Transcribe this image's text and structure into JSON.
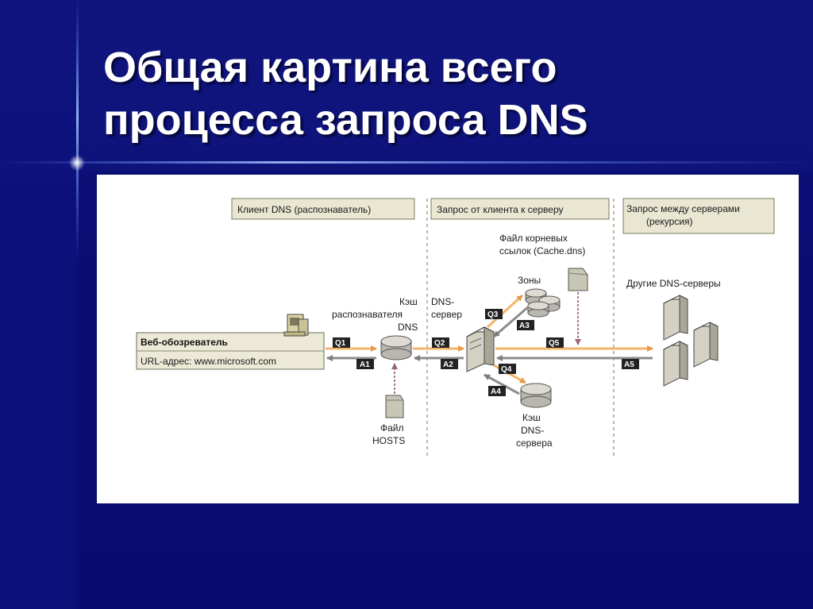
{
  "slide": {
    "title_line1": "Общая картина всего",
    "title_line2": "процесса запроса DNS"
  },
  "colors": {
    "background": "#0b0f78",
    "panel": "#ffffff",
    "section_box": "#e9e6d2",
    "arrow_orange": "#f3b46a",
    "arrow_gray": "#8c8c8c",
    "arrow_mauve": "#a8788a",
    "tag": "#222222"
  },
  "diagram": {
    "sections": {
      "client": "Клиент DNS (распознаватель)",
      "client_server": "Запрос от клиента к серверу",
      "server_server_line1": "Запрос между серверами",
      "server_server_line2": "(рекурсия)"
    },
    "browser": {
      "title": "Веб-обозреватель",
      "url": "URL-адрес: www.microsoft.com"
    },
    "resolver_cache": {
      "line1": "Кэш",
      "line2": "распознавателя",
      "line3": "DNS"
    },
    "hosts_file": {
      "line1": "Файл",
      "line2": "HOSTS"
    },
    "dns_server": {
      "line1": "DNS-",
      "line2": "сервер"
    },
    "root_hints": {
      "line1": "Файл корневых",
      "line2": "ссылок (Cache.dns)"
    },
    "zones": "Зоны",
    "server_cache": {
      "line1": "Кэш",
      "line2": "DNS-",
      "line3": "сервера"
    },
    "other_servers": "Другие DNS-серверы",
    "tags": {
      "q1": "Q1",
      "a1": "A1",
      "q2": "Q2",
      "a2": "A2",
      "q3": "Q3",
      "a3": "A3",
      "q4": "Q4",
      "a4": "A4",
      "q5": "Q5",
      "a5": "A5"
    }
  }
}
